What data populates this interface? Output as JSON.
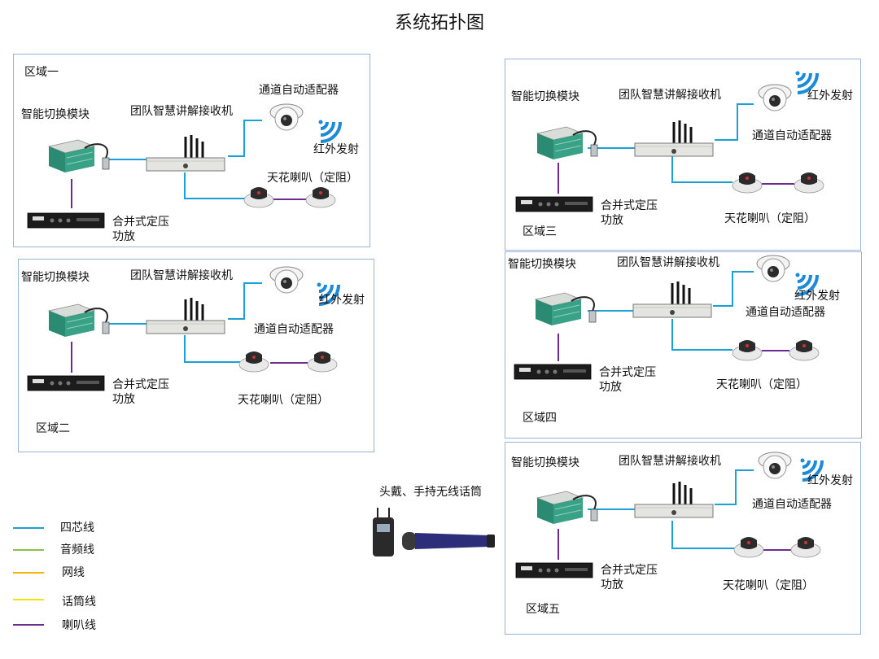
{
  "title": "系统拓扑图",
  "labels": {
    "switch_module": "智能切换模块",
    "receiver": "团队智慧讲解接收机",
    "adapter": "通道自动适配器",
    "ir": "红外发射",
    "speakers": "天花喇叭（定阻）",
    "amp_line1": "合并式定压",
    "amp_line2": "功放"
  },
  "zones": [
    "区域一",
    "区域二",
    "区域三",
    "区域四",
    "区域五"
  ],
  "mic": {
    "label": "头戴、手持无线话筒"
  },
  "legend": [
    {
      "label": "四芯线",
      "color": "#1ba0d8"
    },
    {
      "label": "音频线",
      "color": "#8bc34a"
    },
    {
      "label": "网线",
      "color": "#f5b800"
    },
    {
      "label": "话筒线",
      "color": "#f2e600"
    },
    {
      "label": "喇叭线",
      "color": "#6a2c91"
    }
  ],
  "colors": {
    "four_core": "#1ba0d8",
    "speaker_wire": "#6a2c91",
    "zone_border": "#9bb3d6",
    "ir_blue": "#1c8ad6"
  }
}
